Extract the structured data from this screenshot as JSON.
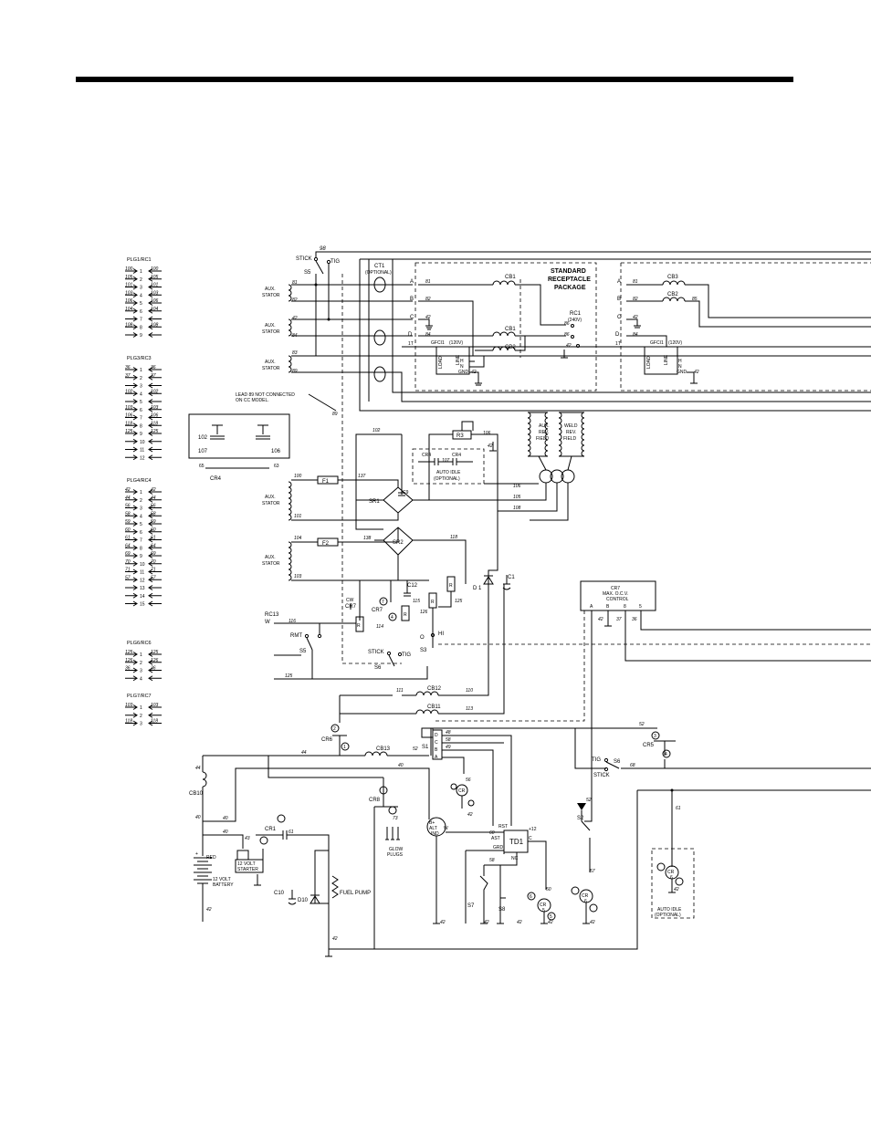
{
  "plugs": [
    {
      "title": "PLG1/RC1",
      "rows": [
        {
          "l": "100",
          "n": "1",
          "r": "100"
        },
        {
          "l": "105",
          "n": "2",
          "r": "105"
        },
        {
          "l": "101",
          "n": "3",
          "r": "101"
        },
        {
          "l": "103",
          "n": "4",
          "r": "103"
        },
        {
          "l": "106",
          "n": "5",
          "r": "106"
        },
        {
          "l": "104",
          "n": "6",
          "r": "104"
        },
        {
          "l": "",
          "n": "7",
          "r": ""
        },
        {
          "l": "108",
          "n": "8",
          "r": "108"
        },
        {
          "l": "",
          "n": "9",
          "r": ""
        }
      ]
    },
    {
      "title": "PLG3/RC3",
      "rows": [
        {
          "l": "36",
          "n": "1",
          "r": "36"
        },
        {
          "l": "37",
          "n": "2",
          "r": "37"
        },
        {
          "l": "",
          "n": "3",
          "r": ""
        },
        {
          "l": "102",
          "n": "4",
          "r": "102"
        },
        {
          "l": "",
          "n": "5",
          "r": ""
        },
        {
          "l": "103",
          "n": "6",
          "r": "103"
        },
        {
          "l": "106",
          "n": "7",
          "r": "106"
        },
        {
          "l": "118",
          "n": "8",
          "r": "118"
        },
        {
          "l": "125",
          "n": "9",
          "r": "125"
        },
        {
          "l": "",
          "n": "10",
          "r": ""
        },
        {
          "l": "",
          "n": "11",
          "r": ""
        },
        {
          "l": "",
          "n": "12",
          "r": ""
        }
      ]
    },
    {
      "title": "PLG4/RC4",
      "rows": [
        {
          "l": "42",
          "n": "1",
          "r": "42"
        },
        {
          "l": "44",
          "n": "2",
          "r": "44"
        },
        {
          "l": "56",
          "n": "3",
          "r": "56"
        },
        {
          "l": "58",
          "n": "4",
          "r": "58"
        },
        {
          "l": "59",
          "n": "5",
          "r": "59"
        },
        {
          "l": "60",
          "n": "6",
          "r": "60"
        },
        {
          "l": "61",
          "n": "7",
          "r": "61"
        },
        {
          "l": "64",
          "n": "8",
          "r": "64"
        },
        {
          "l": "69",
          "n": "9",
          "r": "69"
        },
        {
          "l": "70",
          "n": "10",
          "r": "70"
        },
        {
          "l": "71",
          "n": "11",
          "r": "71"
        },
        {
          "l": "57",
          "n": "12",
          "r": "57"
        },
        {
          "l": "",
          "n": "13",
          "r": ""
        },
        {
          "l": "",
          "n": "14",
          "r": ""
        },
        {
          "l": "",
          "n": "15",
          "r": ""
        }
      ]
    },
    {
      "title": "PLG6/RC6",
      "rows": [
        {
          "l": "125",
          "n": "1",
          "r": "125"
        },
        {
          "l": "126",
          "n": "2",
          "r": "126"
        },
        {
          "l": "36",
          "n": "3",
          "r": "36"
        },
        {
          "l": "",
          "n": "4",
          "r": ""
        }
      ]
    },
    {
      "title": "PLG7/RC7",
      "rows": [
        {
          "l": "103",
          "n": "1",
          "r": "103"
        },
        {
          "l": "",
          "n": "2",
          "r": ""
        },
        {
          "l": "118",
          "n": "3",
          "r": "118"
        }
      ]
    }
  ],
  "labels": {
    "stick": "STICK",
    "tig": "TIG",
    "s5": "S5",
    "ct1": "CT1",
    "ct1_opt": "(OPTIONAL)",
    "aux_stator": "AUX.",
    "stator": "STATOR",
    "std_pkg_1": "STANDARD",
    "std_pkg_2": "RECEPTACLE",
    "std_pkg_3": "PACKAGE",
    "cb1": "CB1",
    "cb2": "CB2",
    "cb3": "CB3",
    "rc1": "RC1",
    "rc1_v": "(240V)",
    "gfci1": "GFCI1",
    "gfci1_v": "(120V)",
    "load": "LOAD",
    "line": "LINE",
    "gnd": "GND",
    "lead89_1": "LEAD 89 NOT CONNECTED",
    "lead89_2": "ON CC MODEL.",
    "cr4": "CR4",
    "auto_idle": "AUTO IDLE",
    "optional": "(OPTIONAL)",
    "aux_rev_field_1": "AUX.",
    "aux_rev_field_2": "REV.",
    "aux_rev_field_3": "FIELD",
    "weld_rev_field_1": "WELD",
    "weld_rev_field_2": "REV.",
    "weld_rev_field_3": "FIELD",
    "f1": "F1",
    "f2": "F2",
    "sr1": "SR1",
    "sr2": "SR2",
    "r3": "R3",
    "c9": "C9",
    "c1": "C1",
    "d1": "D 1",
    "c12": "C12",
    "cr7": "CR7",
    "rc13": "RC13",
    "rmt": "RMT",
    "s3": "S3",
    "s6": "S6",
    "hi": "HI",
    "o": "O",
    "cr7_box_1": "CR7",
    "cr7_box_2": "MAX. O.C.V.",
    "cr7_box_3": "CONTROL",
    "cb10": "CB10",
    "cb11": "CB11",
    "cb12": "CB12",
    "cb13": "CB13",
    "cr5": "CR5",
    "cr6": "CR6",
    "cr8": "CR8",
    "cr1": "CR1",
    "s1": "S1",
    "s2": "S2",
    "s7": "S7",
    "s8": "S8",
    "td1": "TD1",
    "alt": "ALT",
    "ind": "IND",
    "glow_1": "GLOW",
    "glow_2": "PLUGS",
    "battery_1": "12 VOLT",
    "battery_2": "BATTERY",
    "red": "RED",
    "starter_1": "12 VOLT",
    "starter_2": "STARTER",
    "c10": "C10",
    "d10": "D10",
    "fuel_pump": "FUEL PUMP",
    "ast": "AST",
    "rst": "RST",
    "grd": "GRD",
    "nc": "NC",
    "plus12": "+12",
    "c": "C"
  }
}
